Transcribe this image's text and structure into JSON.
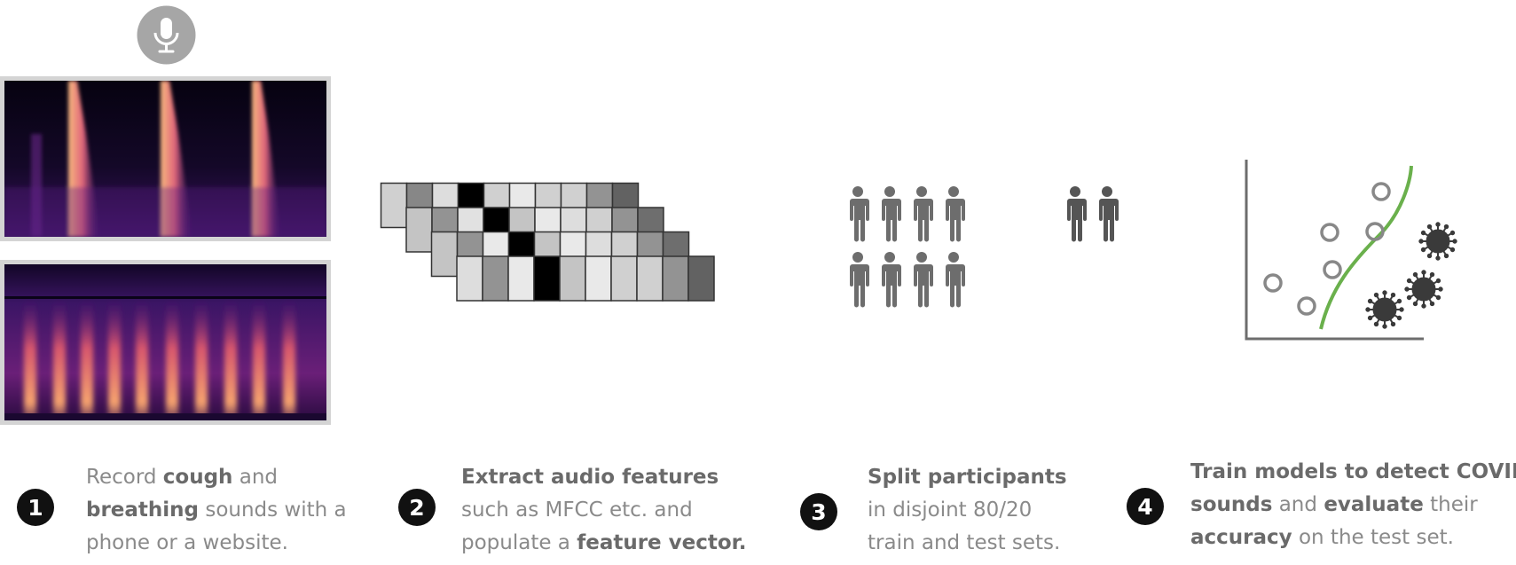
{
  "icons": {
    "microphone": "microphone-icon",
    "person": "person-icon",
    "virus": "virus-icon",
    "circle": "circle-marker"
  },
  "colors": {
    "spectrogram_dark": "#0a0418",
    "spectrogram_hot": "#f6b27a",
    "feature_border": "#333333",
    "people": "#6d6d6d",
    "curve": "#6ab04c",
    "axes": "#6d6d6d"
  },
  "feature_rows": [
    [
      0.85,
      0.55,
      0.9,
      0.0,
      0.85,
      0.95,
      0.85,
      0.85,
      0.6,
      0.4
    ],
    [
      0.8,
      0.6,
      0.92,
      0.0,
      0.8,
      0.95,
      0.9,
      0.85,
      0.6,
      0.45
    ],
    [
      0.8,
      0.6,
      0.95,
      0.0,
      0.8,
      0.95,
      0.9,
      0.85,
      0.6,
      0.45
    ],
    [
      0.9,
      0.6,
      0.95,
      0.0,
      0.8,
      0.95,
      0.85,
      0.85,
      0.6,
      0.4
    ]
  ],
  "participants": {
    "train_count": 8,
    "test_count": 2
  },
  "steps": [
    {
      "number": "1",
      "lines": [
        [
          {
            "t": "Record ",
            "b": false
          },
          {
            "t": "cough",
            "b": true
          },
          {
            "t": " and",
            "b": false
          }
        ],
        [
          {
            "t": "breathing",
            "b": true
          },
          {
            "t": " sounds with a",
            "b": false
          }
        ],
        [
          {
            "t": "phone or a website.",
            "b": false
          }
        ]
      ]
    },
    {
      "number": "2",
      "lines": [
        [
          {
            "t": "Extract audio features",
            "b": true
          }
        ],
        [
          {
            "t": "such as MFCC etc. and",
            "b": false
          }
        ],
        [
          {
            "t": "populate a ",
            "b": false
          },
          {
            "t": "feature vector.",
            "b": true
          }
        ]
      ]
    },
    {
      "number": "3",
      "lines": [
        [
          {
            "t": "Split participants",
            "b": true
          }
        ],
        [
          {
            "t": "in disjoint 80/20",
            "b": false
          }
        ],
        [
          {
            "t": "train and test sets.",
            "b": false
          }
        ]
      ]
    },
    {
      "number": "4",
      "lines": [
        [
          {
            "t": "Train models to detect COVID",
            "b": true
          }
        ],
        [
          {
            "t": "sounds",
            "b": true
          },
          {
            "t": " and ",
            "b": false
          },
          {
            "t": "evaluate",
            "b": true
          },
          {
            "t": " their",
            "b": false
          }
        ],
        [
          {
            "t": "accuracy",
            "b": true
          },
          {
            "t": " on the test set.",
            "b": false
          }
        ]
      ]
    }
  ]
}
